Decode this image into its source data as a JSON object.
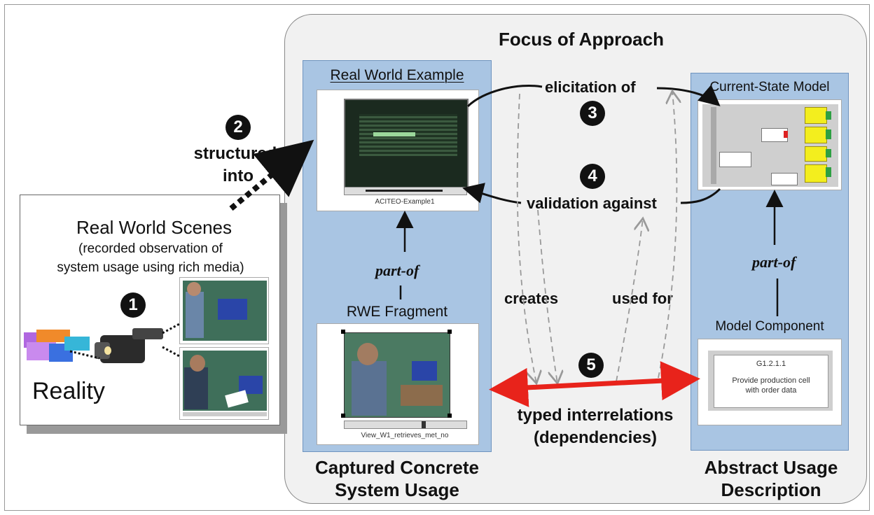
{
  "focus_title": "Focus of Approach",
  "reality": {
    "title": "Real World Scenes",
    "subtitle_lines": [
      "(recorded observation of",
      "system usage using rich media)"
    ],
    "label": "Reality",
    "number": "1"
  },
  "step2": {
    "number": "2",
    "lines": [
      "structured",
      "into"
    ]
  },
  "left_panel": {
    "title": "Real World Example",
    "example_caption": "ACITEO-Example1",
    "part_of": "part-of",
    "fragment_title": "RWE Fragment",
    "fragment_caption": "View_W1_retrieves_met_no",
    "footer_lines": [
      "Captured Concrete",
      "System Usage"
    ]
  },
  "right_panel": {
    "title": "Current-State Model",
    "part_of": "part-of",
    "component_title": "Model Component",
    "component_id": "G1.2.1.1",
    "component_text_lines": [
      "Provide production cell",
      "with order data"
    ],
    "footer_lines": [
      "Abstract Usage",
      "Description"
    ]
  },
  "relations": {
    "elicitation": "elicitation of",
    "elicitation_number": "3",
    "validation": "validation against",
    "validation_number": "4",
    "creates": "creates",
    "used_for": "used for",
    "typed_number": "5",
    "typed_lines": [
      "typed interrelations",
      "(dependencies)"
    ]
  },
  "colors": {
    "panel_blue": "#a9c5e3",
    "red_arrow": "#e8231b",
    "model_yellow": "#f3ee1e",
    "model_green": "#2ea043"
  }
}
